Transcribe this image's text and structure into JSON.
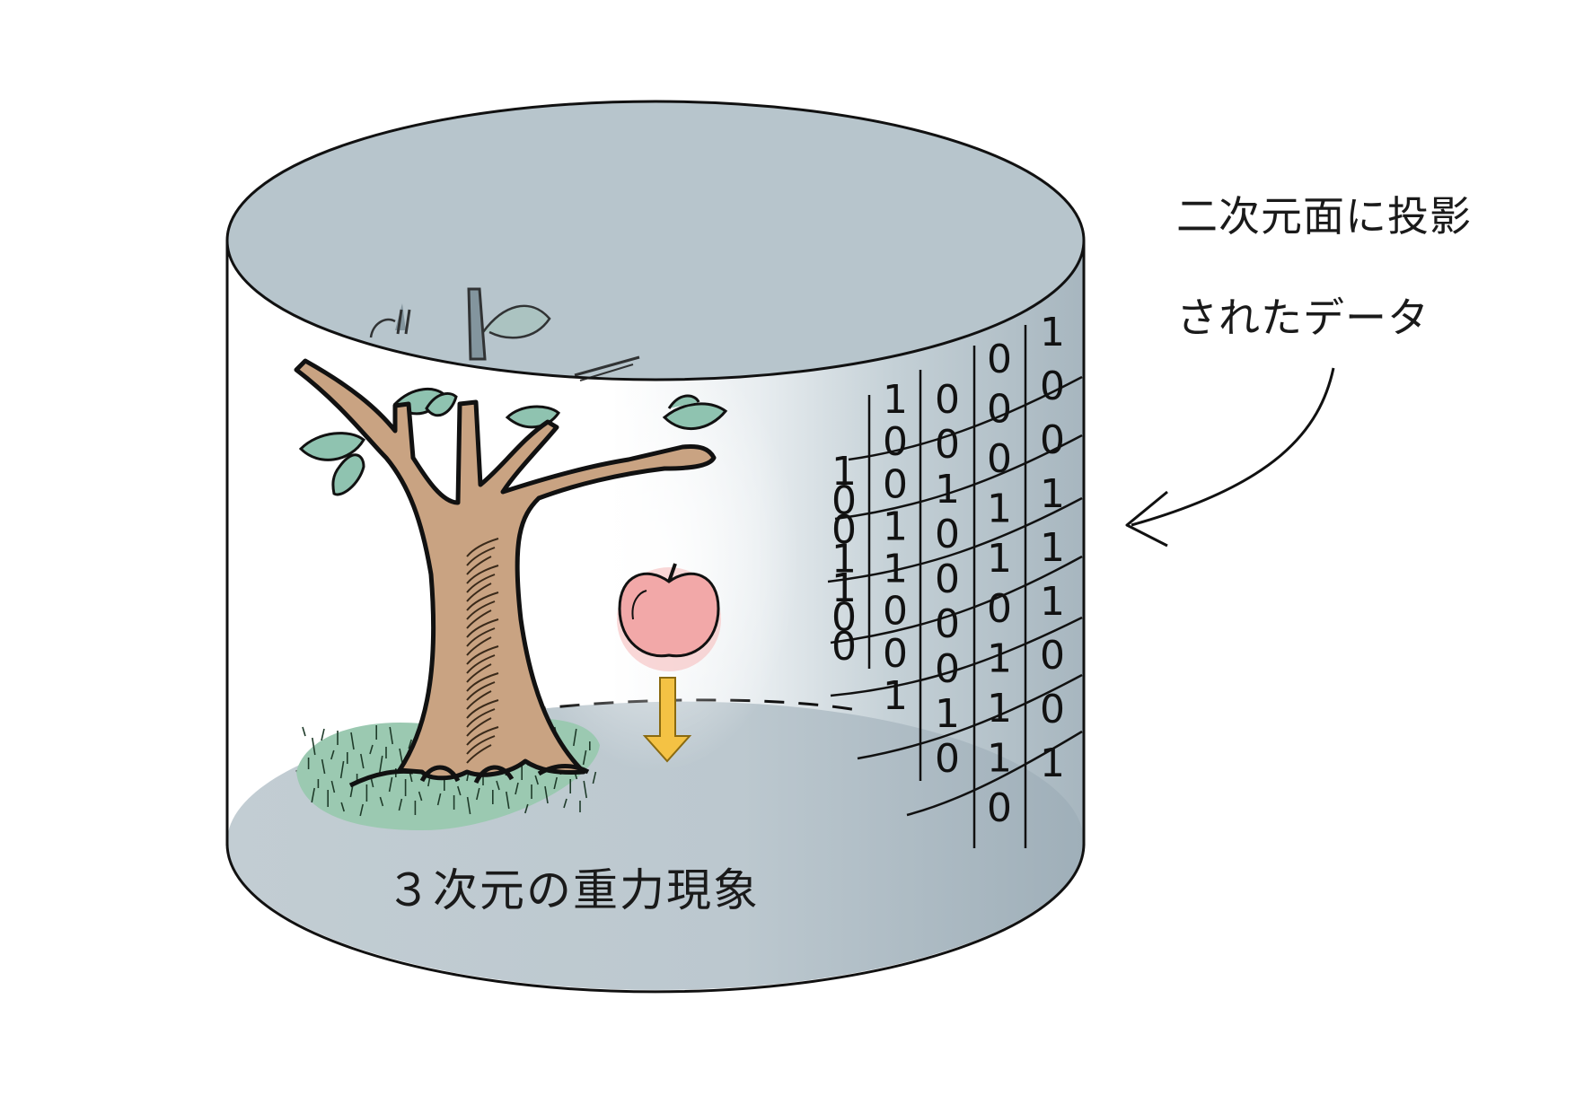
{
  "annotation": {
    "line1": "二次元面に投影",
    "line2": "されたデータ"
  },
  "caption": "３次元の重力現象",
  "binary_columns": [
    [
      "1",
      "0",
      "0",
      "1",
      "1",
      "0",
      "0"
    ],
    [
      "1",
      "0",
      "0",
      "1",
      "1",
      "0",
      "0",
      "1"
    ],
    [
      "0",
      "0",
      "1",
      "0",
      "0",
      "0",
      "0",
      "1",
      "0"
    ],
    [
      "0",
      "0",
      "0",
      "1",
      "1",
      "0",
      "1",
      "1",
      "1",
      "0"
    ],
    [
      "1",
      "0",
      "0",
      "1",
      "1",
      "1",
      "0",
      "0",
      "1"
    ]
  ],
  "colors": {
    "cylinder_side": "#aab8c1",
    "cylinder_top": "#b7c5cc",
    "trunk": "#c9a382",
    "leaf": "#8fc3b0",
    "grass": "#9bc9b1",
    "apple": "#f2a8a8",
    "arrow": "#f4c244",
    "outline": "#111111"
  },
  "icons": [
    "tree-icon",
    "apple-icon",
    "down-arrow-icon",
    "curved-arrow-icon"
  ]
}
